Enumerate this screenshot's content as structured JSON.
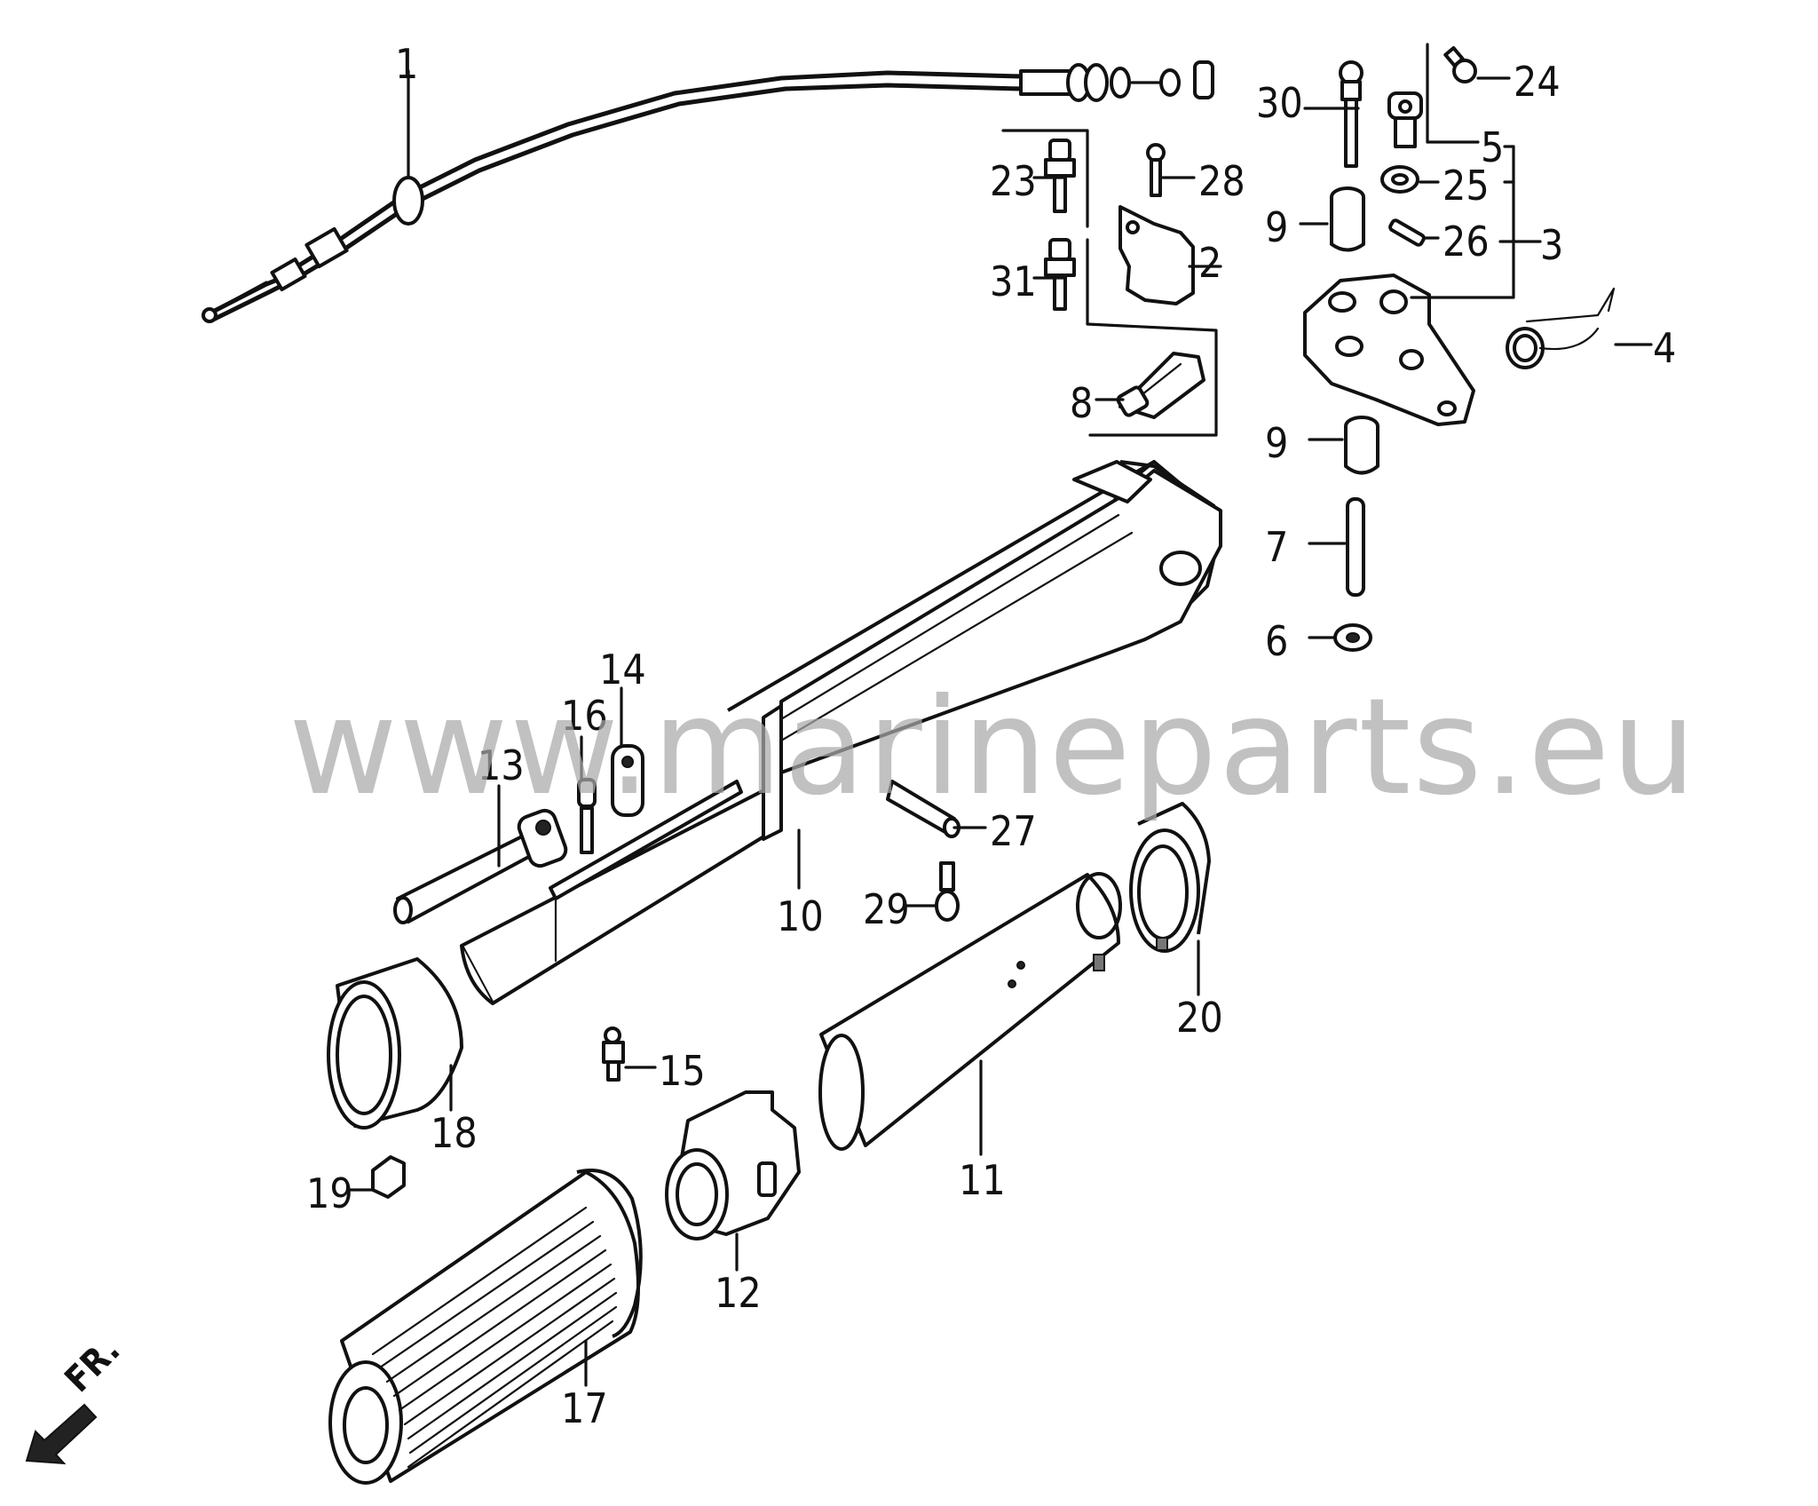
{
  "watermark": "www.marineparts.eu",
  "front_indicator": "FR.",
  "callouts": {
    "c1": "1",
    "c2": "2",
    "c3": "3",
    "c4": "4",
    "c5": "5",
    "c6": "6",
    "c7": "7",
    "c8": "8",
    "c9a": "9",
    "c9b": "9",
    "c10": "10",
    "c11": "11",
    "c12": "12",
    "c13": "13",
    "c14": "14",
    "c15": "15",
    "c16": "16",
    "c17": "17",
    "c18": "18",
    "c19": "19",
    "c20": "20",
    "c23": "23",
    "c24": "24",
    "c25": "25",
    "c26": "26",
    "c27": "27",
    "c28": "28",
    "c29": "29",
    "c30": "30",
    "c31": "31"
  }
}
